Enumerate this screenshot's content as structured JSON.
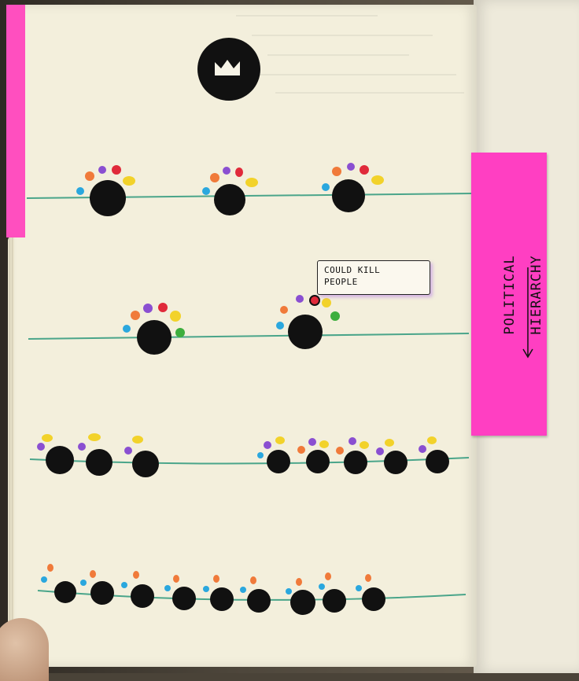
{
  "sticky_note": {
    "text": "POLITICAL HIERARCHY"
  },
  "callout": {
    "line1": "COULD KILL",
    "line2": "PEOPLE"
  },
  "colors": {
    "page": "#f3efdc",
    "ink": "#111111",
    "pink_note": "#ff3fc2",
    "line": "#4aa58a"
  },
  "icons": [
    "crown-icon"
  ]
}
